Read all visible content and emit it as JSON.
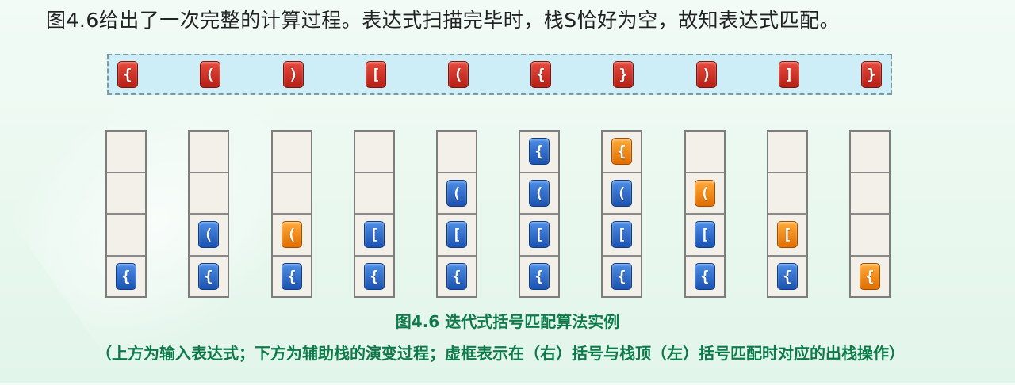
{
  "intro_text": "图4.6给出了一次完整的计算过程。表达式扫描完毕时，栈S恰好为空，故知表达式匹配。",
  "input_tokens": [
    "{",
    "(",
    ")",
    "[",
    "(",
    "{",
    "}",
    ")",
    "]",
    "}"
  ],
  "stacks": [
    [
      {
        "sym": "{",
        "color": "blue"
      }
    ],
    [
      {
        "sym": "{",
        "color": "blue"
      },
      {
        "sym": "(",
        "color": "blue"
      }
    ],
    [
      {
        "sym": "{",
        "color": "blue"
      },
      {
        "sym": "(",
        "color": "orange"
      }
    ],
    [
      {
        "sym": "{",
        "color": "blue"
      },
      {
        "sym": "[",
        "color": "blue"
      }
    ],
    [
      {
        "sym": "{",
        "color": "blue"
      },
      {
        "sym": "[",
        "color": "blue"
      },
      {
        "sym": "(",
        "color": "blue"
      }
    ],
    [
      {
        "sym": "{",
        "color": "blue"
      },
      {
        "sym": "[",
        "color": "blue"
      },
      {
        "sym": "(",
        "color": "blue"
      },
      {
        "sym": "{",
        "color": "blue"
      }
    ],
    [
      {
        "sym": "{",
        "color": "blue"
      },
      {
        "sym": "[",
        "color": "blue"
      },
      {
        "sym": "(",
        "color": "blue"
      },
      {
        "sym": "{",
        "color": "orange"
      }
    ],
    [
      {
        "sym": "{",
        "color": "blue"
      },
      {
        "sym": "[",
        "color": "blue"
      },
      {
        "sym": "(",
        "color": "orange"
      }
    ],
    [
      {
        "sym": "{",
        "color": "blue"
      },
      {
        "sym": "[",
        "color": "orange"
      }
    ],
    [
      {
        "sym": "{",
        "color": "orange"
      }
    ]
  ],
  "caption": "图4.6  迭代式括号匹配算法实例",
  "subcaption": "（上方为输入表达式；下方为辅助栈的演变过程；虚框表示在（右）括号与栈顶（左）括号匹配时对应的出栈操作）",
  "colors": {
    "input_tile": "#c8281e",
    "stack_tile": "#2a63c6",
    "popped_tile": "#f08a10",
    "caption": "#0e7a4a"
  }
}
